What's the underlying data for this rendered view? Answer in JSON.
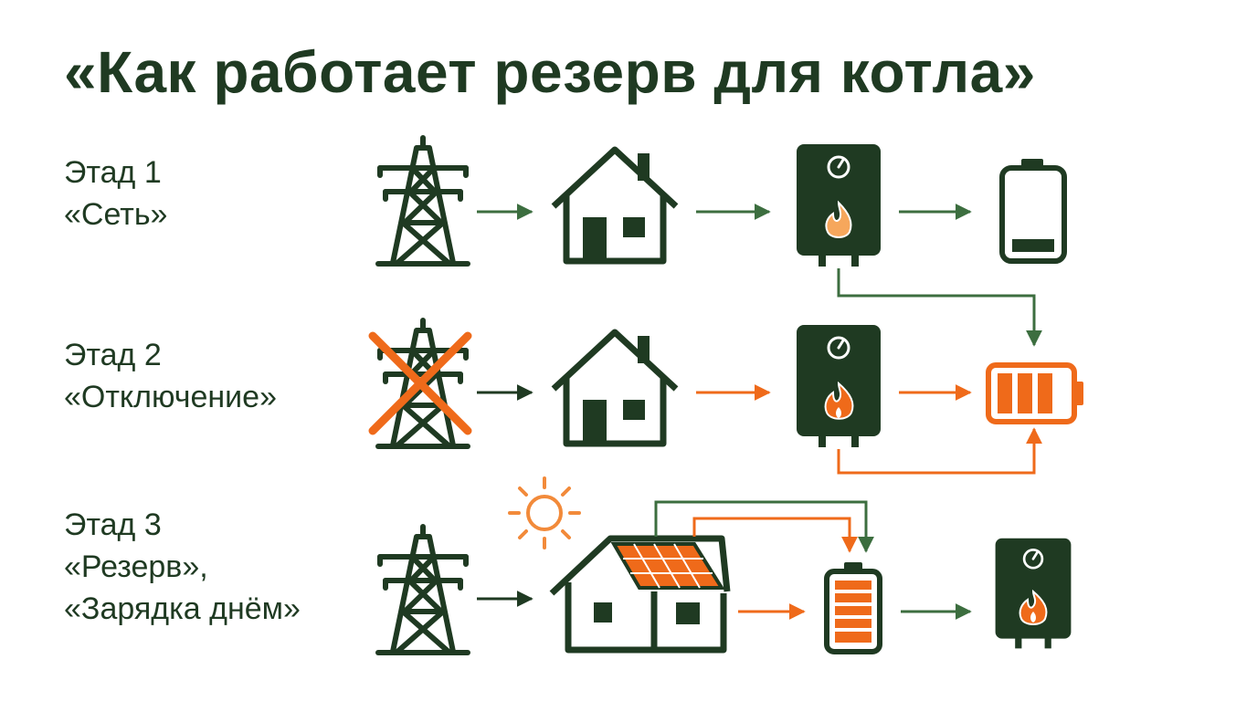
{
  "title": "«Как работает резерв для котла»",
  "stages": [
    {
      "name": "Этад 1",
      "lines": [
        "«Сеть»"
      ]
    },
    {
      "name": "Этад 2",
      "lines": [
        "«Отключение»"
      ]
    },
    {
      "name": "Этад 3",
      "lines": [
        "«Резерв»,",
        "«Зарядка днём»"
      ]
    }
  ],
  "colors": {
    "dark": "#1f3a22",
    "green_arrow": "#3c6e3f",
    "orange": "#ef6a1a",
    "orange_light": "#f6a75c",
    "white": "#ffffff"
  },
  "icons": [
    "power-tower-icon",
    "house-icon",
    "boiler-icon",
    "battery-icon",
    "solar-panel-icon",
    "sun-icon",
    "flame-icon",
    "cross-icon"
  ],
  "battery_levels": {
    "stage1": 0.2,
    "stage2": 1.0,
    "stage3": 1.0
  }
}
